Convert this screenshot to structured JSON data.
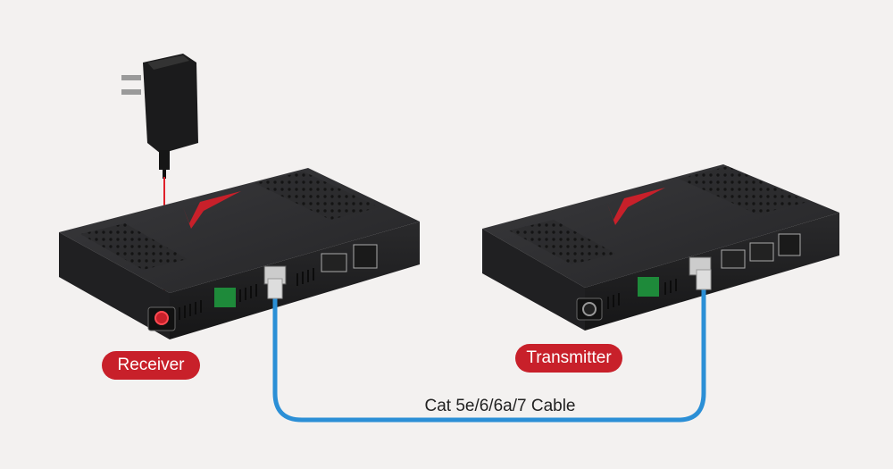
{
  "labels": {
    "receiver": "Receiver",
    "transmitter": "Transmitter",
    "cable": "Cat 5e/6/6a/7 Cable"
  },
  "colors": {
    "background": "#f3f1f0",
    "device_body": "#2a2a2c",
    "accent_red": "#c8202a",
    "cable_blue": "#2b8fd6",
    "laser_red": "#e0202a"
  },
  "icons": [
    "power-adapter-icon",
    "brand-logo-icon",
    "rj45-port-icon",
    "hdmi-port-icon",
    "dc-jack-icon"
  ]
}
